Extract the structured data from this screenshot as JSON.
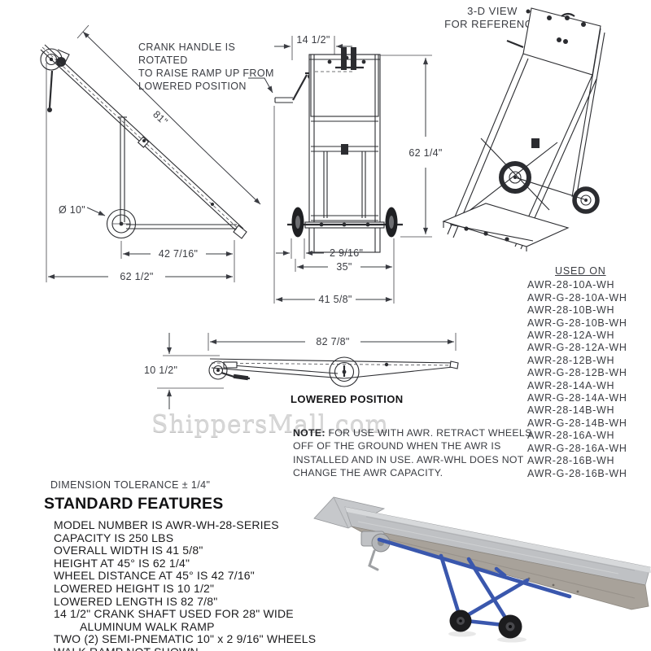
{
  "drawings": {
    "side_view": {
      "callout_lines": [
        "CRANK HANDLE IS ROTATED",
        "TO RAISE RAMP UP FROM",
        "LOWERED POSITION"
      ],
      "dims": {
        "ramp_length": "81\"",
        "wheel_diameter": "Ø 10\"",
        "wheel_distance": "42 7/16\"",
        "overall_length": "62 1/2\""
      }
    },
    "front_view": {
      "dims": {
        "crank_shaft": "14 1/2\"",
        "height": "62 1/4\"",
        "wheel_width": "2 9/16\"",
        "wheel_track": "35\"",
        "overall_width": "41 5/8\""
      }
    },
    "view_3d": {
      "title_lines": [
        "3-D VIEW",
        "FOR REFERENCE"
      ]
    },
    "lowered_view": {
      "dims": {
        "length": "82 7/8\"",
        "height": "10 1/2\""
      },
      "caption": "LOWERED POSITION"
    }
  },
  "used_on": {
    "title": "USED ON",
    "models": [
      "AWR-28-10A-WH",
      "AWR-G-28-10A-WH",
      "AWR-28-10B-WH",
      "AWR-G-28-10B-WH",
      "AWR-28-12A-WH",
      "AWR-G-28-12A-WH",
      "AWR-28-12B-WH",
      "AWR-G-28-12B-WH",
      "AWR-28-14A-WH",
      "AWR-G-28-14A-WH",
      "AWR-28-14B-WH",
      "AWR-G-28-14B-WH",
      "AWR-28-16A-WH",
      "AWR-G-28-16A-WH",
      "AWR-28-16B-WH",
      "AWR-G-28-16B-WH"
    ]
  },
  "note": {
    "label": "NOTE:",
    "text": " FOR USE WITH AWR. RETRACT WHEELS OFF OF THE GROUND WHEN THE AWR IS INSTALLED AND IN USE. AWR-WHL DOES NOT CHANGE THE AWR CAPACITY."
  },
  "tolerance": "DIMENSION TOLERANCE ± 1/4\"",
  "watermark": "ShippersMall.com",
  "standard_features": {
    "title": "STANDARD FEATURES",
    "items": [
      {
        "text": "MODEL NUMBER IS AWR-WH-28-SERIES"
      },
      {
        "text": "CAPACITY IS 250 LBS"
      },
      {
        "text": "OVERALL WIDTH IS 41 5/8\""
      },
      {
        "text": "HEIGHT AT 45° IS 62 1/4\""
      },
      {
        "text": "WHEEL DISTANCE AT 45° IS 42 7/16\""
      },
      {
        "text": "LOWERED HEIGHT IS 10 1/2\""
      },
      {
        "text": "LOWERED LENGTH IS 82 7/8\""
      },
      {
        "text": "14 1/2\" CRANK SHAFT USED FOR 28\" WIDE"
      },
      {
        "text": "ALUMINUM WALK RAMP",
        "indent": true
      },
      {
        "text": "TWO (2) SEMI-PNEMATIC 10\" x 2 9/16\" WHEELS"
      },
      {
        "text": "WALK RAMP NOT SHOWN"
      }
    ]
  },
  "colors": {
    "line": "#2b2c30",
    "dim_text": "#3a3c42",
    "body_text": "#1b1b1d",
    "frame_blue": "#3a57ad",
    "ramp_silver": "#bfc1c4",
    "wheel_black": "#1c1c1e",
    "watermark": "#d7d7d7"
  }
}
